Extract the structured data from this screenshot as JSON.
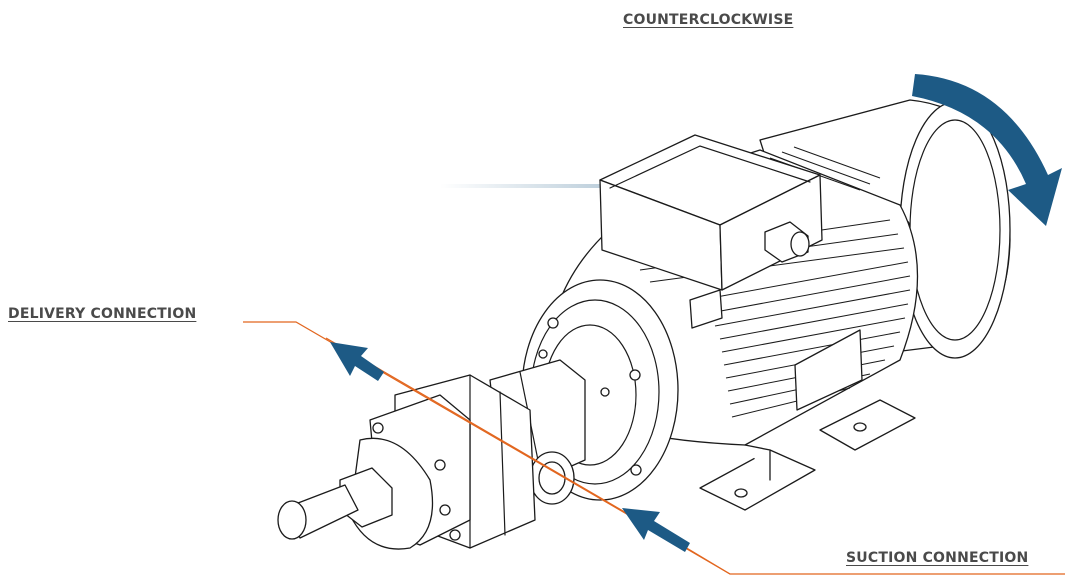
{
  "labels": {
    "rotation": "COUNTERCLOCKWISE",
    "delivery": "DELIVERY CONNECTION",
    "suction": "SUCTION CONNECTION"
  },
  "colors": {
    "arrow": "#1d5a85",
    "leader_line": "#e2661f",
    "label_text": "#4a4a4a",
    "outline": "#1b1b1b"
  },
  "icons": {
    "rotation_arrow": "curved-arrow-icon",
    "delivery_arrow": "arrow-up-left-icon",
    "suction_arrow": "arrow-up-left-icon"
  }
}
